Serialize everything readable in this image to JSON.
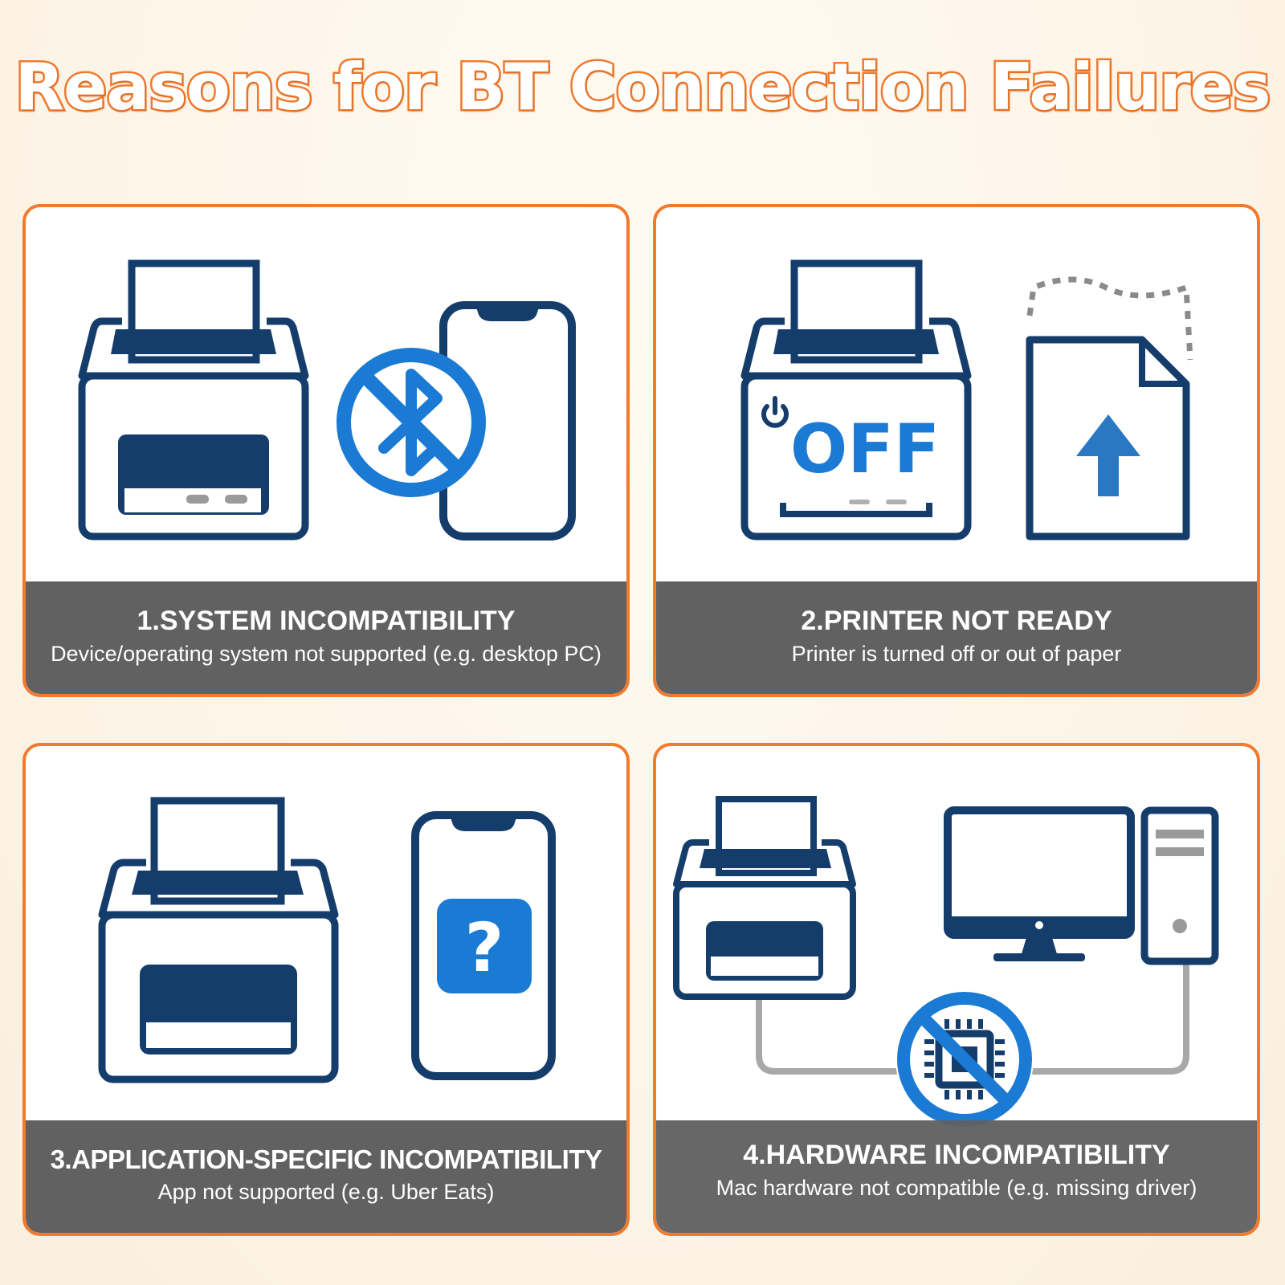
{
  "title": "Reasons for BT Connection Failures",
  "colors": {
    "accent": "#f07a2d",
    "navy": "#153d6b",
    "blue": "#1a7ad4",
    "caption_bg": "#616161"
  },
  "cards": [
    {
      "heading": "1.SYSTEM INCOMPATIBILITY",
      "description": "Device/operating system not supported (e.g. desktop PC)",
      "icons": [
        "printer-icon",
        "bluetooth-disabled-icon",
        "smartphone-icon"
      ]
    },
    {
      "heading": "2.PRINTER NOT READY",
      "description": "Printer is turned off or out of paper",
      "printer_label": "OFF",
      "icons": [
        "printer-off-icon",
        "power-icon",
        "paper-upload-icon"
      ]
    },
    {
      "heading": "3.APPLICATION-SPECIFIC INCOMPATIBILITY",
      "description": "App not supported (e.g. Uber Eats)",
      "app_symbol": "?",
      "icons": [
        "printer-icon",
        "smartphone-icon",
        "question-app-icon"
      ]
    },
    {
      "heading": "4.HARDWARE INCOMPATIBILITY",
      "description": "Mac hardware not compatible (e.g. missing driver)",
      "icons": [
        "printer-icon",
        "desktop-computer-icon",
        "chip-disabled-icon"
      ]
    }
  ]
}
